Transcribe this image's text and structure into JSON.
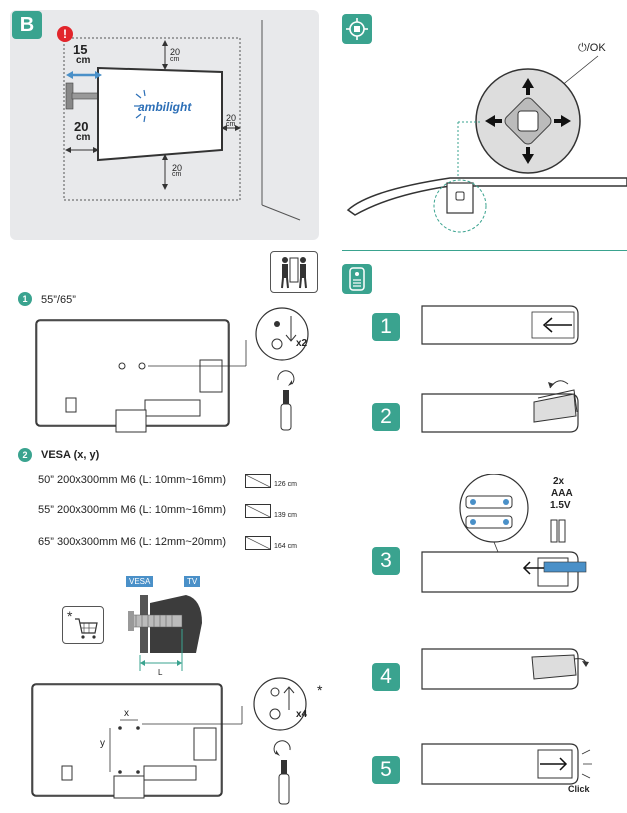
{
  "panel_b": {
    "badge": "B",
    "dim_15": "15",
    "dim_20_left": "20",
    "dim_20_top": "20",
    "dim_20_right": "20",
    "dim_20_bottom": "20",
    "unit": "cm",
    "logo_text": "ambilight"
  },
  "control": {
    "label": "⏻/OK"
  },
  "step1": {
    "number": "1",
    "sizes": "55”/65”",
    "screw_count": "x2"
  },
  "step2": {
    "number": "2",
    "title": "VESA (x, y)",
    "rows": [
      {
        "text": "50”  200x300mm M6 (L: 10mm~16mm)",
        "diag": "126 cm"
      },
      {
        "text": "55”  200x300mm M6 (L: 10mm~16mm)",
        "diag": "139 cm"
      },
      {
        "text": "65”  300x300mm M6 (L: 12mm~20mm)",
        "diag": "164 cm"
      }
    ],
    "vesa_label": "VESA",
    "tv_label": "TV",
    "l_label": "L",
    "asterisk": "*",
    "x_label": "x",
    "y_label": "y",
    "screw_count": "x4"
  },
  "remote": {
    "steps": [
      "1",
      "2",
      "3",
      "4",
      "5"
    ],
    "battery_count": "2x",
    "battery_type": "AAA",
    "battery_voltage": "1.5V",
    "click": "Click"
  },
  "colors": {
    "accent": "#3aa38f",
    "warning": "#e2252b",
    "arrow_blue": "#4a90c8"
  }
}
